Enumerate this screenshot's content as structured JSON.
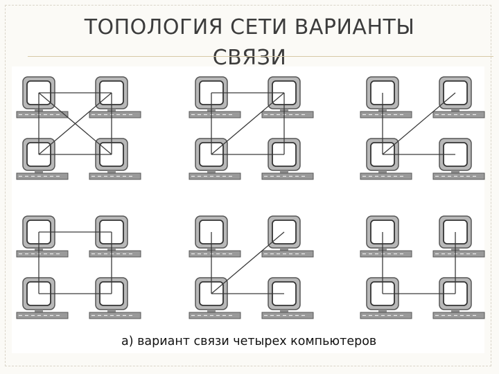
{
  "slide": {
    "title_line1": "ТОПОЛОГИЯ СЕТИ ВАРИАНТЫ",
    "title_line2": "СВЯЗИ",
    "caption": "а) вариант связи  четырех компьютеров"
  },
  "diagram": {
    "node_kind": "computer-icon",
    "variants": [
      {
        "links": [
          [
            "tl",
            "tr"
          ],
          [
            "tl",
            "bl"
          ],
          [
            "tl",
            "br"
          ],
          [
            "tr",
            "bl"
          ],
          [
            "tr",
            "br"
          ],
          [
            "bl",
            "br"
          ]
        ]
      },
      {
        "links": [
          [
            "tl",
            "tr"
          ],
          [
            "tl",
            "bl"
          ],
          [
            "tr",
            "bl"
          ],
          [
            "tr",
            "br"
          ],
          [
            "bl",
            "br"
          ]
        ]
      },
      {
        "links": [
          [
            "tl",
            "bl"
          ],
          [
            "tr",
            "bl"
          ],
          [
            "bl",
            "br"
          ]
        ]
      },
      {
        "links": [
          [
            "tl",
            "tr"
          ],
          [
            "tl",
            "bl"
          ],
          [
            "tr",
            "br"
          ],
          [
            "bl",
            "br"
          ]
        ]
      },
      {
        "links": [
          [
            "tl",
            "bl"
          ],
          [
            "tr",
            "bl"
          ],
          [
            "bl",
            "br"
          ]
        ]
      },
      {
        "links": [
          [
            "tl",
            "bl"
          ],
          [
            "tr",
            "br"
          ],
          [
            "bl",
            "br"
          ]
        ]
      }
    ]
  }
}
